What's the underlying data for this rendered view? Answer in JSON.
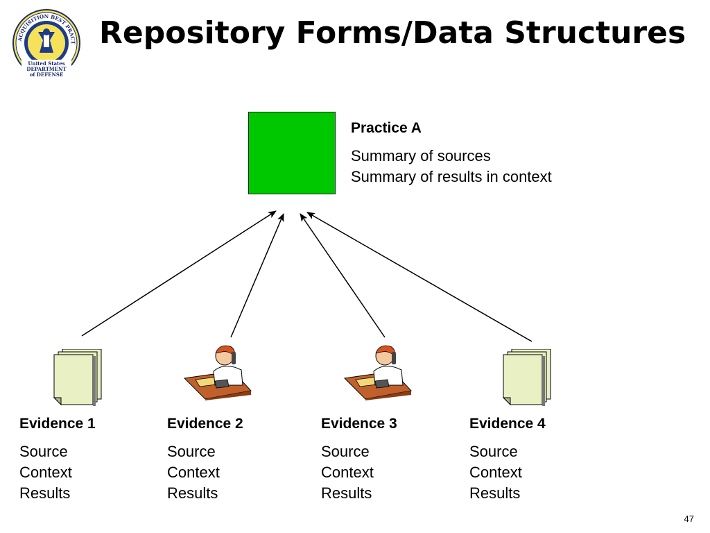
{
  "slide": {
    "title": "Repository Forms/Data Structures",
    "page_number": "47"
  },
  "logo": {
    "ring_text": "ACQUISITION BEST PRACTICES CLEARINGHOUSE",
    "line1": "United States",
    "line2": "DEPARTMENT",
    "line3": "of DEFENSE"
  },
  "practice": {
    "label": "Practice A",
    "line1": "Summary of sources",
    "line2": "Summary of results in context",
    "color": "#00c800"
  },
  "evidence": [
    {
      "label": "Evidence 1",
      "l1": "Source",
      "l2": "Context",
      "l3": "Results",
      "icon": "document-stack-icon"
    },
    {
      "label": "Evidence 2",
      "l1": "Source",
      "l2": "Context",
      "l3": "Results",
      "icon": "person-on-phone-icon"
    },
    {
      "label": "Evidence 3",
      "l1": "Source",
      "l2": "Context",
      "l3": "Results",
      "icon": "person-on-phone-icon"
    },
    {
      "label": "Evidence 4",
      "l1": "Source",
      "l2": "Context",
      "l3": "Results",
      "icon": "document-stack-icon"
    }
  ]
}
